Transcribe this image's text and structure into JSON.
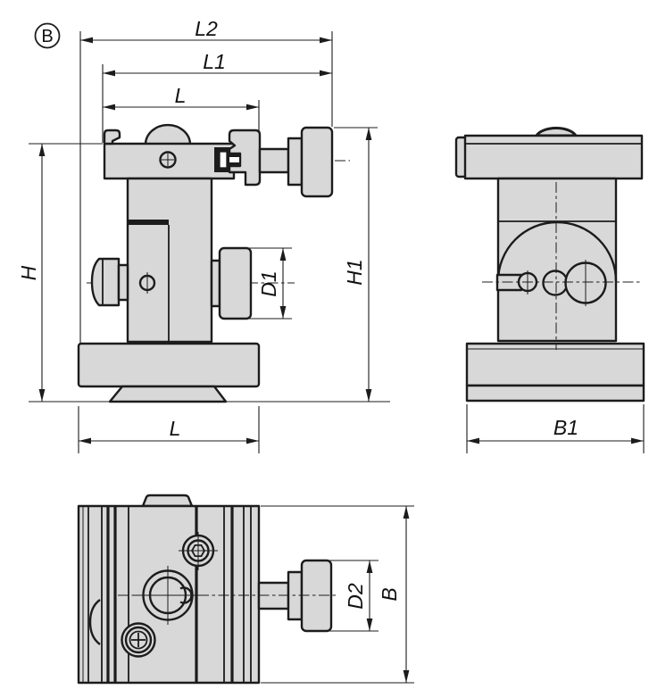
{
  "drawing": {
    "badge_label": "B",
    "colors": {
      "part_fill": "#d8d8d8",
      "line": "#1c1c1c",
      "background": "#ffffff"
    },
    "front_view": {
      "dim_l2": "L2",
      "dim_l1": "L1",
      "dim_l_top": "L",
      "dim_h": "H",
      "dim_h1": "H1",
      "dim_d1": "D1",
      "dim_l_bottom": "L"
    },
    "side_view": {
      "dim_b1": "B1"
    },
    "bottom_view": {
      "dim_d2": "D2",
      "dim_b": "B"
    }
  }
}
